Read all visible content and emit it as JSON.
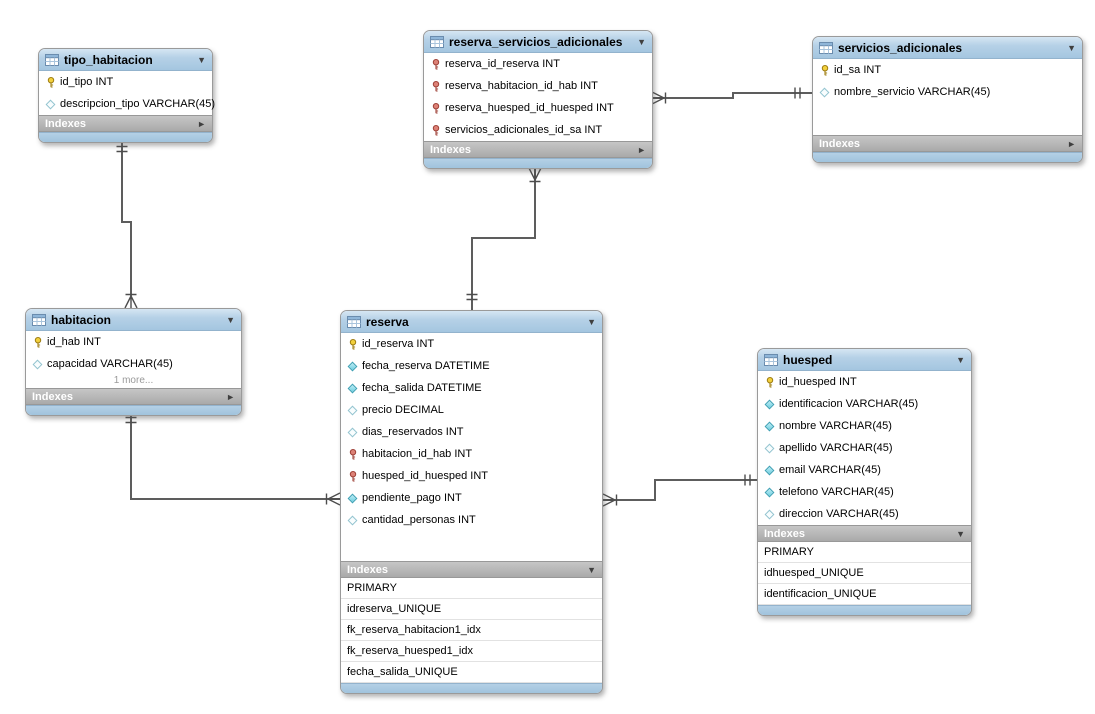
{
  "icons": {
    "header_collapse": "▼",
    "collapsed": "►",
    "expanded": "▼"
  },
  "colors": {
    "header_blue": "#aecbe3",
    "footer_blue": "#a5c6e0",
    "indexes_bar_gray": "#b3b3b3",
    "table_border": "#9a9a9a",
    "connector_line": "#5d5d5d",
    "primary_key_yellow": "#f2d03c",
    "foreign_key_red": "#dd8176",
    "not_null_diamond_cyan": "#8fd8e4",
    "nullable_diamond_border": "#93c4d0"
  },
  "diagram": {
    "tables": [
      {
        "title": "tipo_habitacion",
        "columns": [
          {
            "icon": "primary-key",
            "text": "id_tipo INT"
          },
          {
            "icon": "nullable",
            "text": "descripcion_tipo VARCHAR(45)"
          }
        ],
        "indexes_label": "Indexes",
        "indexes_expanded": false,
        "indexes": []
      },
      {
        "title": "reserva_servicios_adicionales",
        "columns": [
          {
            "icon": "foreign-key",
            "text": "reserva_id_reserva INT"
          },
          {
            "icon": "foreign-key",
            "text": "reserva_habitacion_id_hab INT"
          },
          {
            "icon": "foreign-key",
            "text": "reserva_huesped_id_huesped INT"
          },
          {
            "icon": "foreign-key",
            "text": "servicios_adicionales_id_sa INT"
          }
        ],
        "indexes_label": "Indexes",
        "indexes_expanded": false,
        "indexes": []
      },
      {
        "title": "servicios_adicionales",
        "columns": [
          {
            "icon": "primary-key",
            "text": "id_sa INT"
          },
          {
            "icon": "nullable",
            "text": "nombre_servicio VARCHAR(45)"
          }
        ],
        "indexes_label": "Indexes",
        "indexes_expanded": false,
        "indexes": []
      },
      {
        "title": "habitacion",
        "columns": [
          {
            "icon": "primary-key",
            "text": "id_hab INT"
          },
          {
            "icon": "nullable",
            "text": "capacidad VARCHAR(45)"
          }
        ],
        "more_label": "1 more...",
        "indexes_label": "Indexes",
        "indexes_expanded": false,
        "indexes": []
      },
      {
        "title": "reserva",
        "columns": [
          {
            "icon": "primary-key",
            "text": "id_reserva INT"
          },
          {
            "icon": "not-null",
            "text": "fecha_reserva DATETIME"
          },
          {
            "icon": "not-null",
            "text": "fecha_salida DATETIME"
          },
          {
            "icon": "nullable",
            "text": "precio DECIMAL"
          },
          {
            "icon": "nullable",
            "text": "dias_reservados INT"
          },
          {
            "icon": "foreign-key",
            "text": "habitacion_id_hab INT"
          },
          {
            "icon": "foreign-key",
            "text": "huesped_id_huesped INT"
          },
          {
            "icon": "not-null",
            "text": "pendiente_pago INT"
          },
          {
            "icon": "nullable",
            "text": "cantidad_personas INT"
          }
        ],
        "indexes_label": "Indexes",
        "indexes_expanded": true,
        "indexes": [
          "PRIMARY",
          "idreserva_UNIQUE",
          "fk_reserva_habitacion1_idx",
          "fk_reserva_huesped1_idx",
          "fecha_salida_UNIQUE"
        ]
      },
      {
        "title": "huesped",
        "columns": [
          {
            "icon": "primary-key",
            "text": "id_huesped INT"
          },
          {
            "icon": "not-null",
            "text": "identificacion VARCHAR(45)"
          },
          {
            "icon": "not-null",
            "text": "nombre VARCHAR(45)"
          },
          {
            "icon": "nullable",
            "text": "apellido VARCHAR(45)"
          },
          {
            "icon": "not-null",
            "text": "email VARCHAR(45)"
          },
          {
            "icon": "not-null",
            "text": "telefono VARCHAR(45)"
          },
          {
            "icon": "nullable",
            "text": "direccion VARCHAR(45)"
          }
        ],
        "indexes_label": "Indexes",
        "indexes_expanded": true,
        "indexes": [
          "PRIMARY",
          "idhuesped_UNIQUE",
          "identificacion_UNIQUE"
        ]
      }
    ],
    "relationships": [
      {
        "from": "tipo_habitacion",
        "from_end": "one",
        "to": "habitacion",
        "to_end": "many"
      },
      {
        "from": "reserva_servicios_adicionales",
        "from_end": "many",
        "to": "servicios_adicionales",
        "to_end": "one"
      },
      {
        "from": "reserva_servicios_adicionales",
        "from_end": "many",
        "to": "reserva",
        "to_end": "one"
      },
      {
        "from": "reserva",
        "from_end": "many",
        "to": "habitacion",
        "to_end": "one"
      },
      {
        "from": "reserva",
        "from_end": "many",
        "to": "huesped",
        "to_end": "one"
      }
    ]
  }
}
